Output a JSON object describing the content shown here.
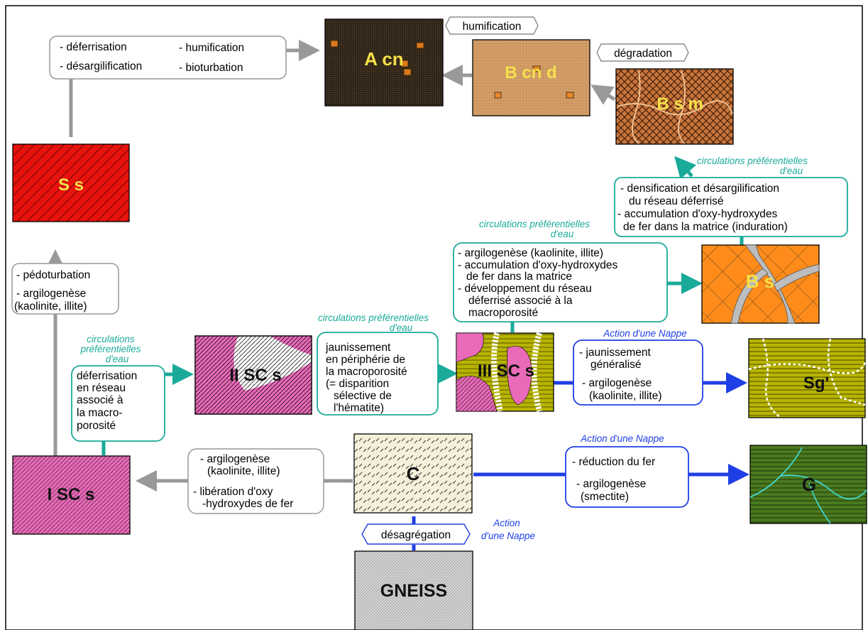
{
  "horizons": {
    "a_cn": "A cn",
    "b_cn_d": "B cn d",
    "b_s_m": "B s m",
    "s_s": "S s",
    "b_s": "B s",
    "ii_sc_s": "II SC s",
    "iii_sc_s": "III SC s",
    "sg": "Sg'",
    "i_sc_s": "I SC s",
    "c": "C",
    "g": "G",
    "gneiss": "GNEISS"
  },
  "tags": {
    "humification": "humification",
    "degradation": "dégradation",
    "desagregation": "désagrégation"
  },
  "boxes": {
    "top": [
      "- déferrisation",
      "- désargilification",
      "- humification",
      "- bioturbation"
    ],
    "densification": [
      "- densification et désargilification",
      "du réseau déferrisé",
      "- accumulation d'oxy-hydroxydes",
      "de fer dans la matrice (induration)"
    ],
    "argilo_kaolinite": [
      "- argilogenèse (kaolinite, illite)",
      "- accumulation d'oxy-hydroxydes",
      "de fer dans la matrice",
      "- développement du réseau",
      "déferrisé associé à la",
      "macroporosité"
    ],
    "pedoturbation": [
      "- pédoturbation",
      "- argilogenèse",
      "(kaolinite, illite)"
    ],
    "deferrisation_reseau": [
      "déferrisation",
      "en réseau",
      "associé à",
      "la macro-",
      "porosité"
    ],
    "jaunissement_peripherie": [
      "jaunissement",
      "en périphérie de",
      "la macroporosité",
      "(= disparition",
      "sélective de",
      "l'hématite)"
    ],
    "jaunissement_generalise": [
      "- jaunissement",
      "généralisé",
      "- argilogenèse",
      "(kaolinite, illite)"
    ],
    "liberation": [
      "- argilogenèse",
      "(kaolinite, illite)",
      "- libération d'oxy",
      "-hydroxydes de fer"
    ],
    "reduction": [
      "- réduction du fer",
      "- argilogenèse",
      "(smectite)"
    ]
  },
  "captions": {
    "circ_top": [
      "circulations préférentielles",
      "d'eau"
    ],
    "circ_mid": [
      "circulations préférentielles",
      "d'eau"
    ],
    "circ_left_mid": [
      "circulations préférentielles",
      "d'eau"
    ],
    "circ_left": [
      "circulations",
      "préférentielles",
      "d'eau"
    ],
    "nappe_sg": [
      "Action  d'une Nappe"
    ],
    "nappe_g": [
      "Action  d'une Nappe"
    ],
    "nappe_gneiss": [
      "Action",
      "d'une Nappe"
    ]
  },
  "colors": {
    "teal": "#1aaa9a",
    "blue": "#1f3fe6",
    "grey_arrow": "#999999",
    "label_yellow": "#f4e04a",
    "red": "#e8120c",
    "pink": "#e86ab8",
    "olive": "#b8b400",
    "orange": "#ff8c1a",
    "brown_dark": "#3a2a1a",
    "tan": "#d4a06a",
    "green": "#4a7a1e",
    "cream": "#f5f0da"
  }
}
